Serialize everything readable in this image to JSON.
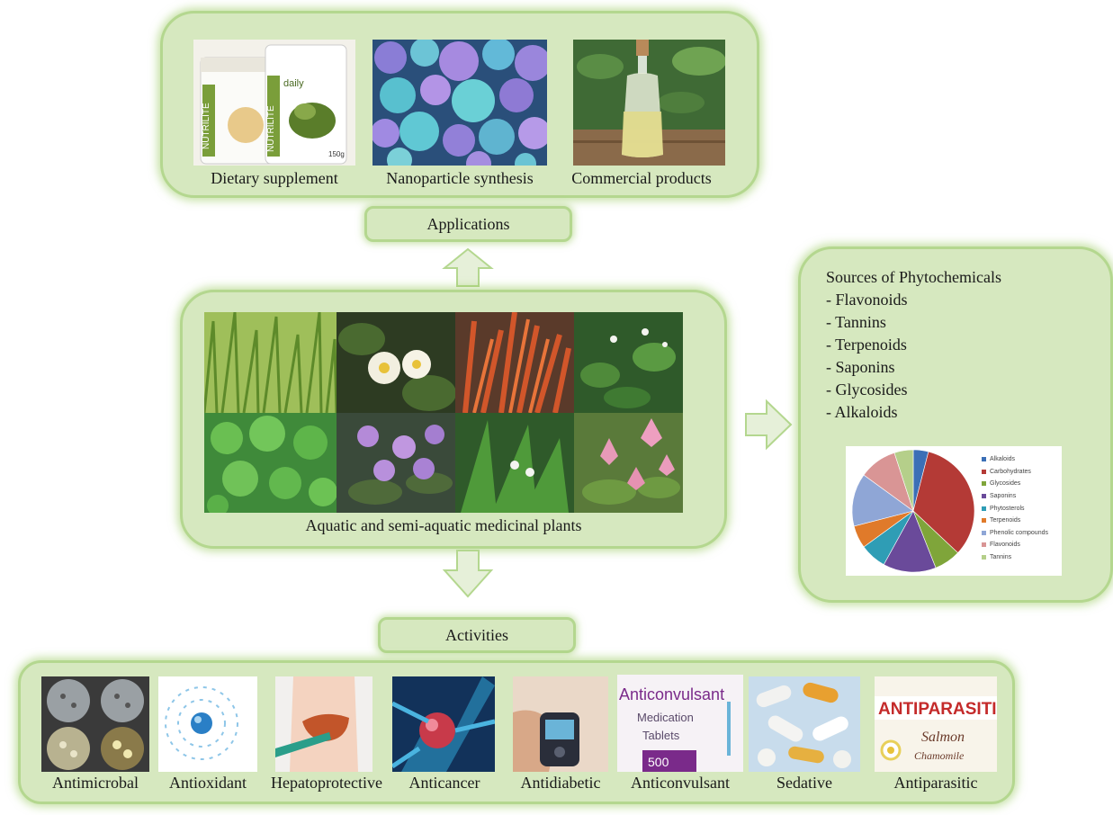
{
  "applications": {
    "title": "Applications",
    "items": [
      {
        "label": "Dietary supplement"
      },
      {
        "label": "Nanoparticle synthesis"
      },
      {
        "label": "Commercial products"
      }
    ]
  },
  "center": {
    "caption": "Aquatic and semi-aquatic medicinal plants"
  },
  "sources": {
    "title": "Sources of Phytochemicals",
    "items": [
      "- Flavonoids",
      "- Tannins",
      "- Terpenoids",
      "- Saponins",
      "- Glycosides",
      "- Alkaloids"
    ]
  },
  "chart_data": {
    "type": "pie",
    "categories": [
      "Alkaloids",
      "Carbohydrates",
      "Glycosides",
      "Saponins",
      "Phytosterols",
      "Terpenoids",
      "Phenolic compounds",
      "Flavonoids",
      "Tannins"
    ],
    "values": [
      4,
      33,
      7,
      14,
      7,
      6,
      14,
      10,
      5
    ],
    "colors": [
      "#3b6fb6",
      "#b43a36",
      "#7fa53a",
      "#6a4a9a",
      "#2f9db5",
      "#e07a2a",
      "#8fa6d6",
      "#d99595",
      "#b5cf8a"
    ],
    "legend_position": "right"
  },
  "activities": {
    "title": "Activities",
    "items": [
      {
        "label": "Antimicrobal"
      },
      {
        "label": "Antioxidant"
      },
      {
        "label": "Hepatoprotective"
      },
      {
        "label": "Anticancer"
      },
      {
        "label": "Antidiabetic"
      },
      {
        "label": "Anticonvulsant"
      },
      {
        "label": "Sedative"
      },
      {
        "label": "Antiparasitic"
      }
    ]
  },
  "product_text": {
    "nutrilite": "NUTRILITE",
    "daily": "daily",
    "net_weight": "150g",
    "anticonvulsant": "Anticonvulsant",
    "medication": "Medication",
    "tablets": "Tablets",
    "dose": "500",
    "antiparasitic": "ANTIPARASITIC",
    "salmon": "Salmon",
    "chamomile": "Chamomile"
  }
}
